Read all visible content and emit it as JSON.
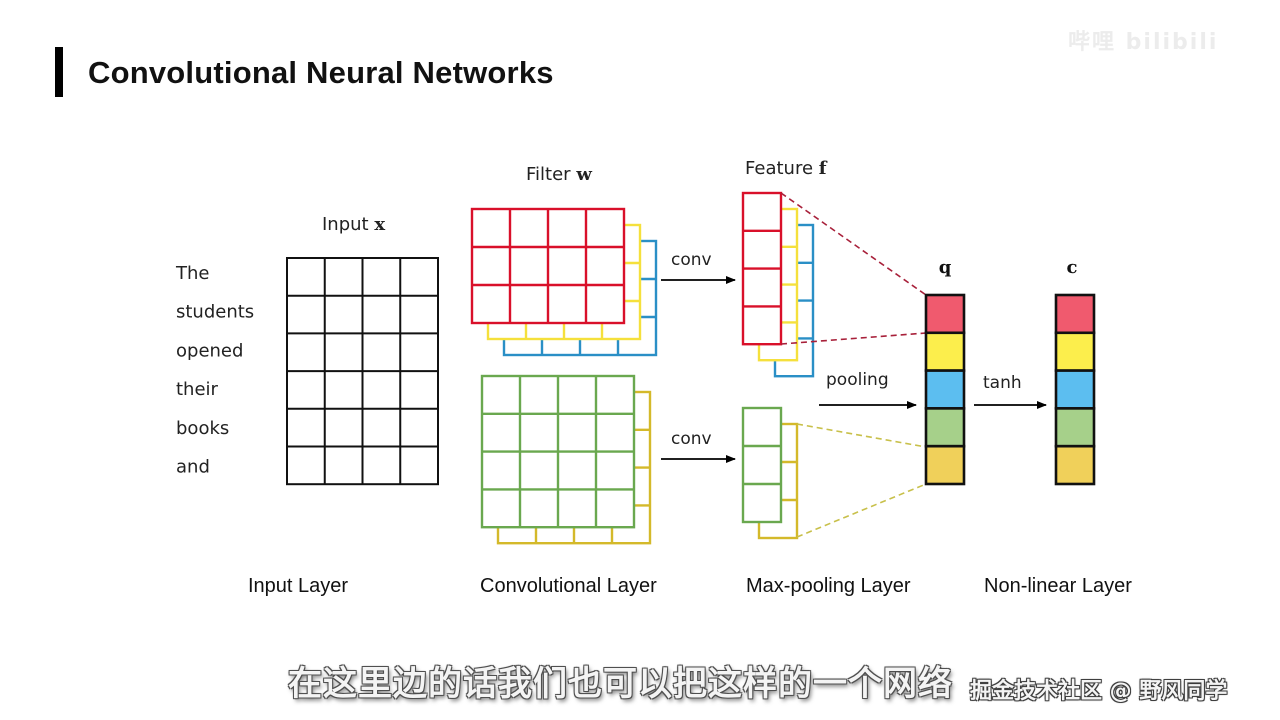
{
  "slide": {
    "title": "Convolutional Neural Networks",
    "watermark": "哔哩 bilibili"
  },
  "diagram": {
    "input": {
      "label": "Input ",
      "var": "x",
      "words": [
        "The",
        "students",
        "opened",
        "their",
        "books",
        "and"
      ],
      "rows": 6,
      "cols": 4
    },
    "filter": {
      "label": "Filter ",
      "var": "w",
      "top_stack": {
        "rows": 3,
        "cols": 4,
        "layers": [
          "red",
          "yellow",
          "blue"
        ]
      },
      "bottom_stack": {
        "rows": 4,
        "cols": 4,
        "layers": [
          "green",
          "yellow"
        ]
      }
    },
    "feature": {
      "label": "Feature ",
      "var": "f",
      "top_stack": {
        "rows": 4,
        "layers": [
          "red",
          "yellow",
          "blue"
        ]
      },
      "bottom_stack": {
        "rows": 3,
        "layers": [
          "green",
          "yellow"
        ]
      }
    },
    "arrows": {
      "conv_top": "conv",
      "conv_bottom": "conv",
      "pooling": "pooling",
      "tanh": "tanh"
    },
    "q": {
      "label": "q",
      "cells": [
        "red",
        "yellow",
        "blue",
        "green",
        "gold"
      ]
    },
    "c": {
      "label": "c",
      "cells": [
        "red",
        "yellow",
        "blue",
        "green",
        "gold"
      ]
    },
    "layer_labels": [
      "Input Layer",
      "Convolutional Layer",
      "Max-pooling Layer",
      "Non-linear Layer"
    ],
    "colors": {
      "red": "#d9102a",
      "yellow": "#f5e03c",
      "blue": "#2a8fc6",
      "green": "#6aa84f",
      "gold_line": "#d4b92a",
      "dash_red": "#a8203a",
      "dash_yellow": "#c8c04a",
      "fill_red": "#f05a6e",
      "fill_yellow": "#fcee4c",
      "fill_blue": "#5cbef0",
      "fill_green": "#a6d08a",
      "fill_gold": "#f0d05a"
    }
  },
  "captions": {
    "subtitle": "在这里边的话我们也可以把这样的一个网络",
    "credit": "掘金技术社区 @ 野风同学"
  }
}
